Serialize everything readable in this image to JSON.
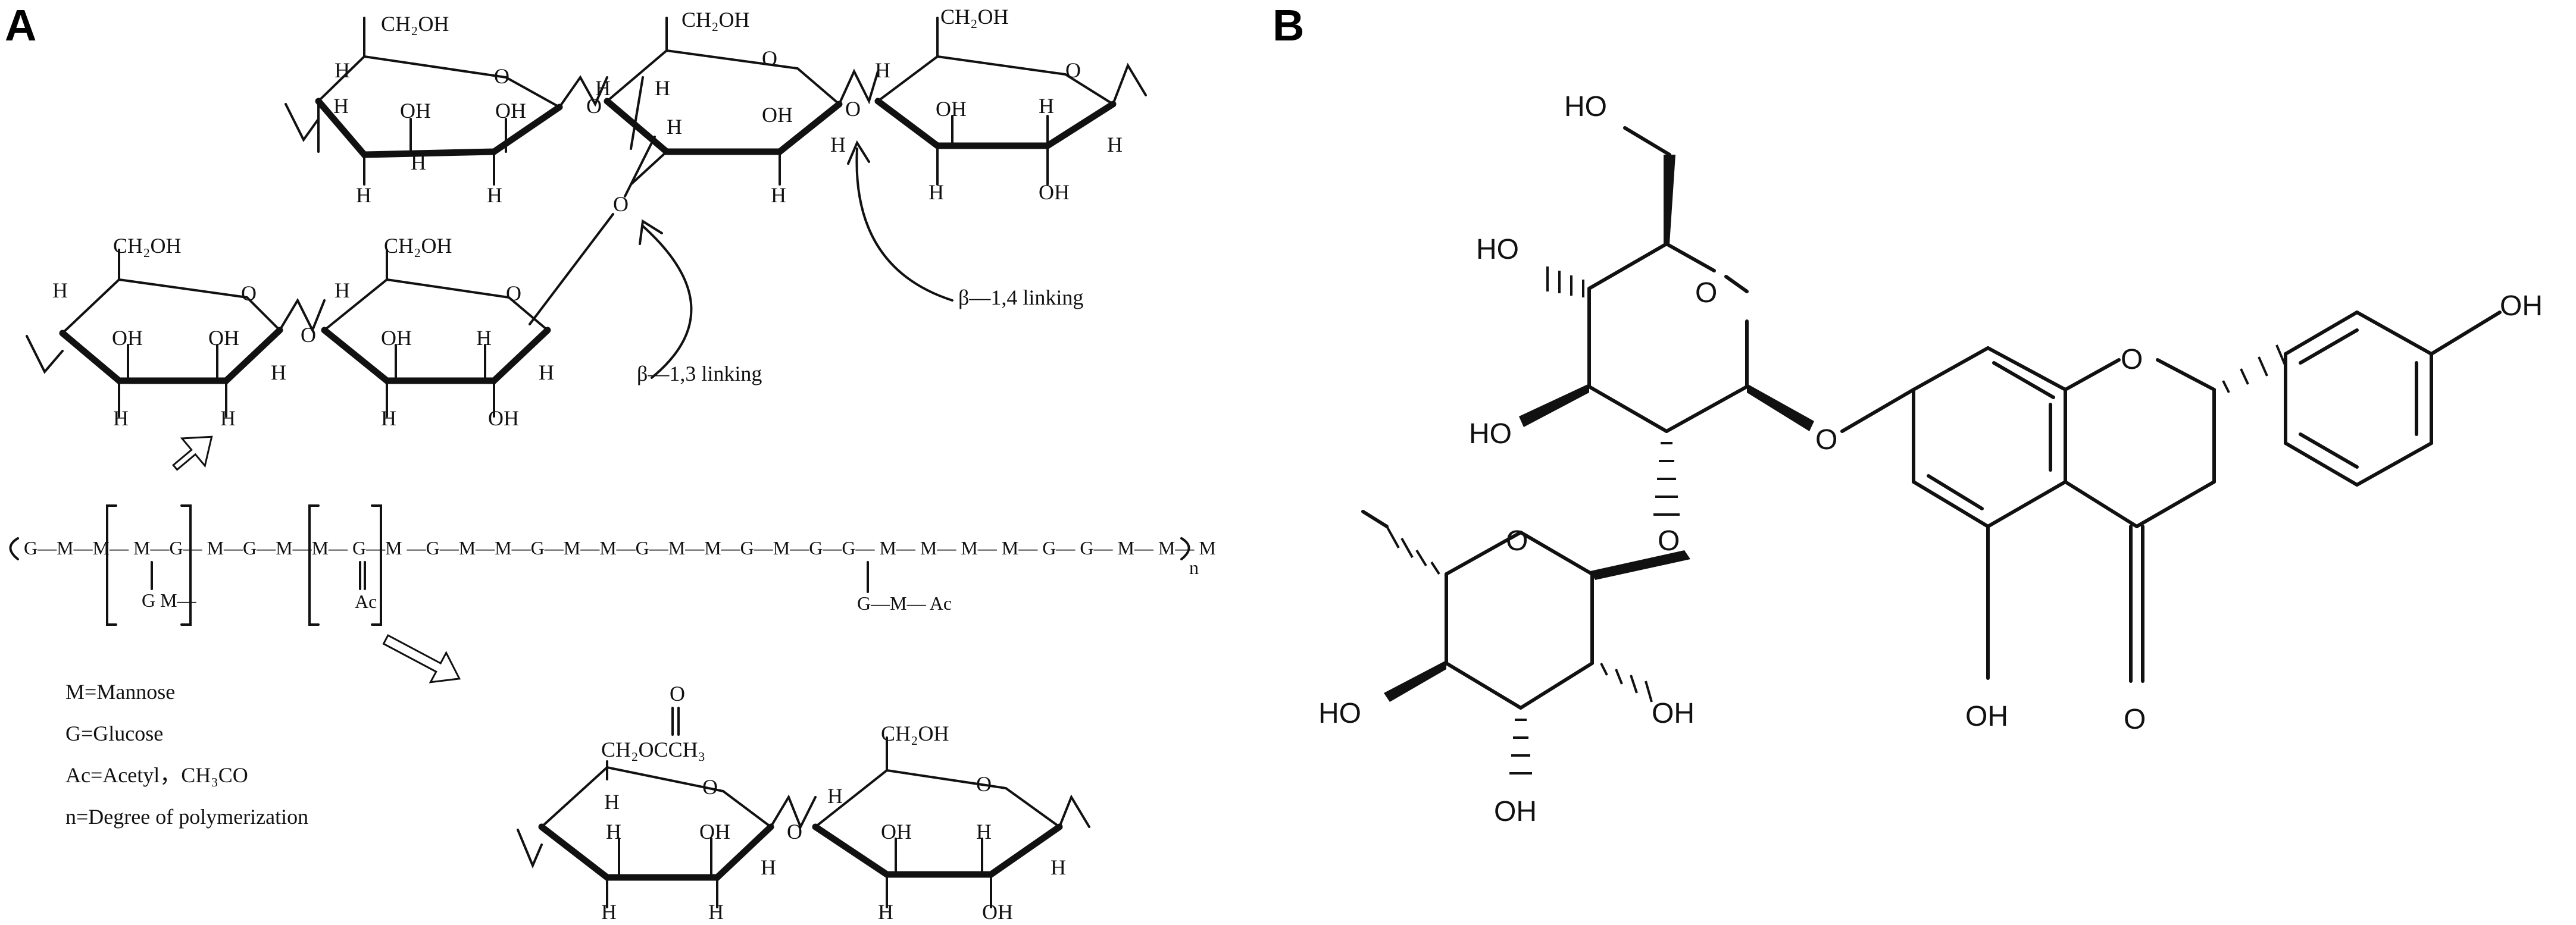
{
  "panels": {
    "a": "A",
    "b": "B"
  },
  "panel_a": {
    "ch2oh": "CH₂OH",
    "oh": "OH",
    "h": "H",
    "o": "O",
    "beta13": "β—1,3 linking",
    "beta14": "β—1,4 linking",
    "chain_main": "G—M—M— M—G— M—G—M—M— G—M —G—M—M—G—M—M—G—M—M—G—M—G—G— M— M— M— M— G— G— M— M— M",
    "branch_gm": "G M—",
    "branch_ac": "Ac",
    "branch_gmac": "G—M— Ac",
    "subscript_n": "n",
    "legend": [
      "M=Mannose",
      "G=Glucose",
      "Ac=Acetyl，CH₃CO",
      "n=Degree of polymerization"
    ],
    "acetyl_group": "CH₂OCCH₃",
    "carbonyl_o": "O"
  },
  "panel_b": {
    "ho": "HO",
    "oh": "OH",
    "o": "O"
  }
}
